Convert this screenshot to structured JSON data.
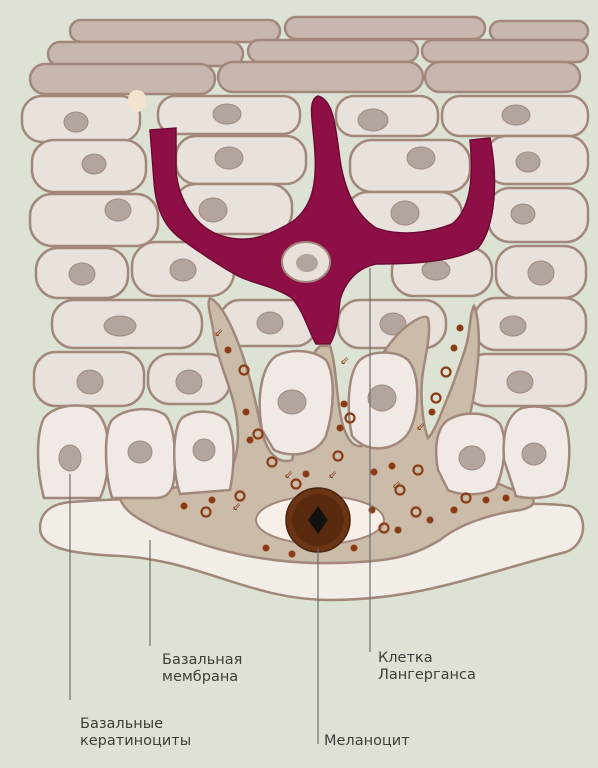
{
  "labels": {
    "basal_membrane": [
      "Базальная",
      "мембрана"
    ],
    "langerhans_cell": [
      "Клетка",
      "Лангерганса"
    ],
    "basal_keratinocytes": [
      "Базальные",
      "кератиноциты"
    ],
    "melanocyte": "Меланоцит"
  },
  "colors": {
    "background": "#dde3d4",
    "cell_fill": "#e9e1dc",
    "cell_outline": "#a2887b",
    "nucleus": "#b3a59e",
    "langerhans": "#8e0f45",
    "melanocyte_body": "#cbbcaa",
    "melanin": "#8a3d14",
    "leader_line": "#6e6e6e"
  }
}
